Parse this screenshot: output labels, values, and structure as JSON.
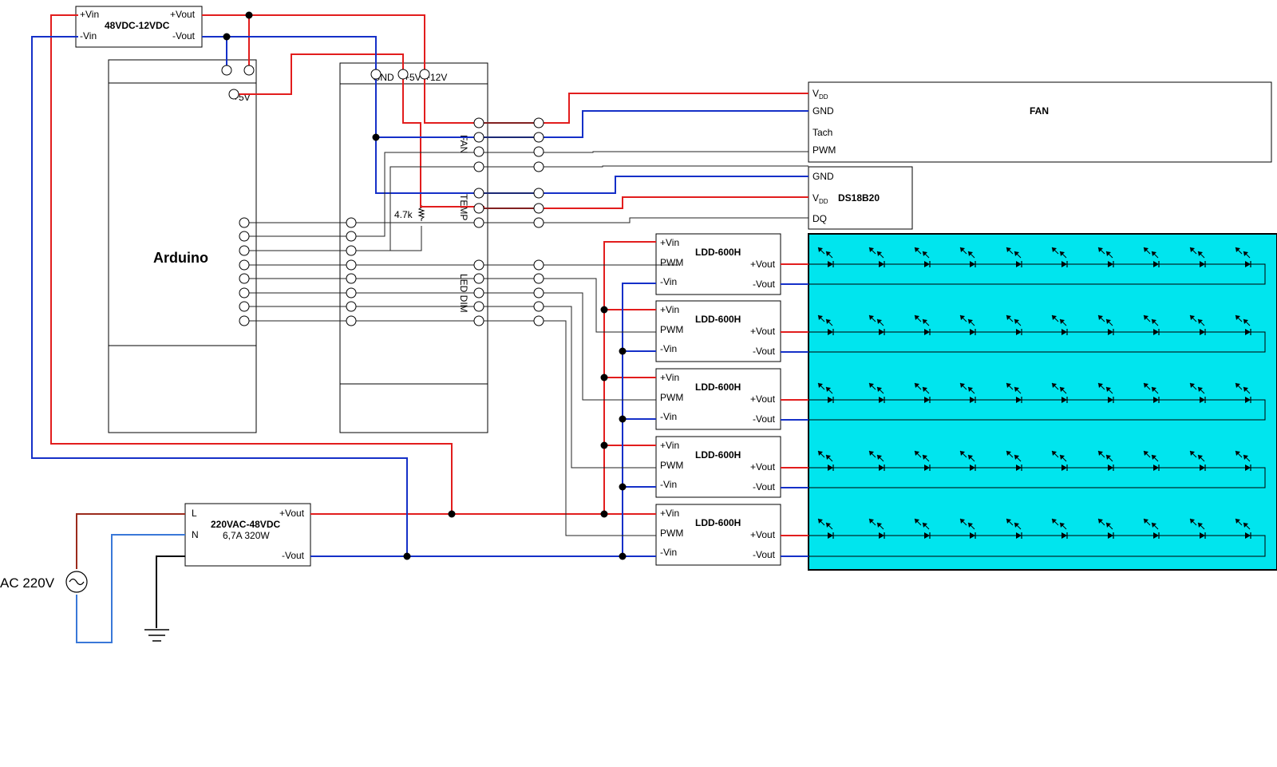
{
  "psu_12v": {
    "title": "48VDC-12VDC",
    "vin_plus": "+Vin",
    "vin_minus": "-Vin",
    "vout_plus": "+Vout",
    "vout_minus": "-Vout"
  },
  "arduino": {
    "title": "Arduino",
    "v5_label": "+5V"
  },
  "shield": {
    "gnd": "GND",
    "v5": "+5V",
    "v12": "+12V",
    "fan": "FAN",
    "temp": "TEMP",
    "led_dim": "LED DIM",
    "resistor": "4.7k"
  },
  "fan": {
    "title": "FAN",
    "vdd_main": "V",
    "vdd_sub": "DD",
    "gnd": "GND",
    "tach": "Tach",
    "pwm": "PWM"
  },
  "ds18b20": {
    "title": "DS18B20",
    "gnd": "GND",
    "vdd_main": "V",
    "vdd_sub": "DD",
    "dq": "DQ"
  },
  "ldd": {
    "title": "LDD-600H",
    "vin_plus": "+Vin",
    "pwm": "PWM",
    "vin_minus": "-Vin",
    "vout_plus": "+Vout",
    "vout_minus": "-Vout",
    "count": 5
  },
  "psu_48v": {
    "title": "220VAC-48VDC",
    "rating": "6,7A 320W",
    "l": "L",
    "n": "N",
    "vout_plus": "+Vout",
    "vout_minus": "-Vout"
  },
  "mains": {
    "label": "AC 220V"
  },
  "led_panel": {
    "rows": 5,
    "leds_per_row": 10,
    "fill": "#00e5ee"
  },
  "colors": {
    "positive": "#e21d1d",
    "negative": "#1530c8",
    "ac_line": "#9b2b1c",
    "ac_neutral": "#3a78d8",
    "signal": "#222222"
  }
}
